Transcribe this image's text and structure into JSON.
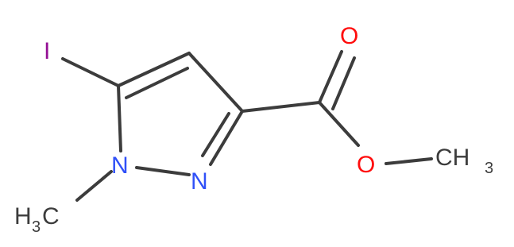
{
  "molecule": {
    "atoms": {
      "iodine": {
        "symbol": "I",
        "color": "#941094"
      },
      "n1": {
        "symbol": "N",
        "color": "#3050f8"
      },
      "n2": {
        "symbol": "N",
        "color": "#3050f8"
      },
      "carbonyl_o": {
        "symbol": "O",
        "color": "#ff0d0d"
      },
      "ester_o": {
        "symbol": "O",
        "color": "#ff0d0d"
      },
      "methyl_n": {
        "main": "H",
        "sub": "3",
        "tail": "C",
        "color": "#3c3c3c"
      },
      "methyl_o": {
        "main": "CH",
        "sub": "3",
        "color": "#3c3c3c"
      }
    },
    "bond_color": "#3c3c3c"
  }
}
